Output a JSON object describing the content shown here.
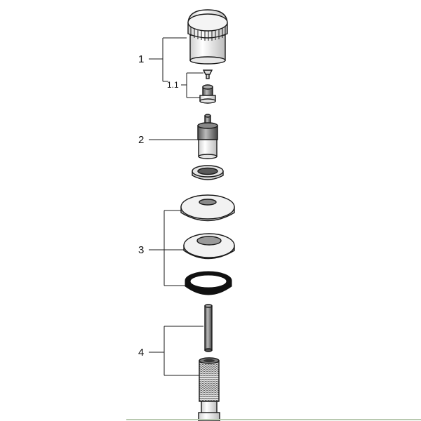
{
  "diagram": {
    "labels": {
      "part_1": "1",
      "part_1_1": "1.1",
      "part_2": "2",
      "part_3": "3",
      "part_4": "4"
    },
    "colors": {
      "line": "#1a1a1a",
      "part_fill_light": "#ffffff",
      "part_fill_shade": "#d9d9d9",
      "seal_dark": "#111111",
      "baseline": "#b8c9b0"
    }
  }
}
